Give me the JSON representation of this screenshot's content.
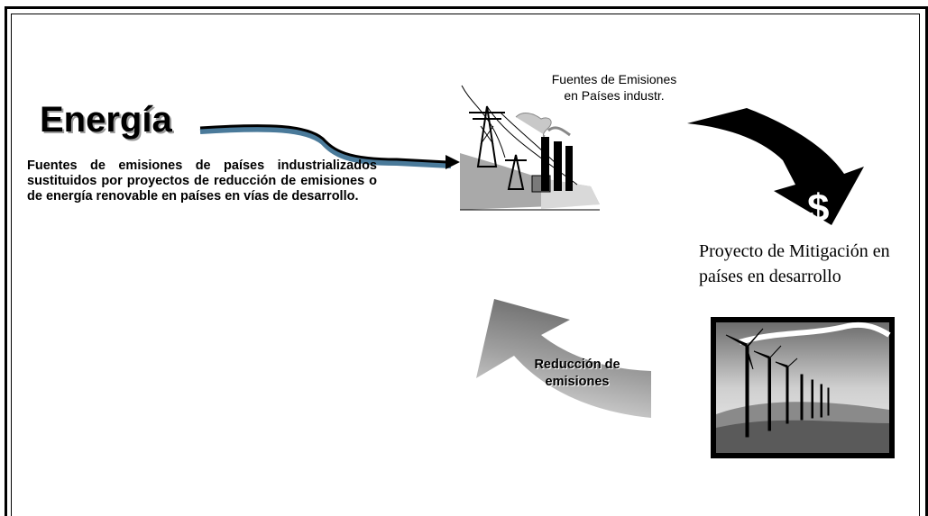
{
  "diagram": {
    "title": "Energía",
    "description": "Fuentes de emisiones de países industrializados sustituidos por proyectos de reducción de emisiones o de energía renovable en países en vías de desarrollo.",
    "sources_label": "Fuentes de Emisiones en Países industr.",
    "project_label": "Proyecto de Mitigación en países en desarrollo",
    "reduction_label": "Reducción de emisiones",
    "money_symbol": "$"
  },
  "icons": {
    "power_plant": "power-plant-illustration",
    "wind_farm": "wind-farm-illustration"
  },
  "colors": {
    "arrow_dark": "#000000",
    "arrow_gray": "#7a7a7a",
    "accent_blue": "#4a7a9a"
  }
}
